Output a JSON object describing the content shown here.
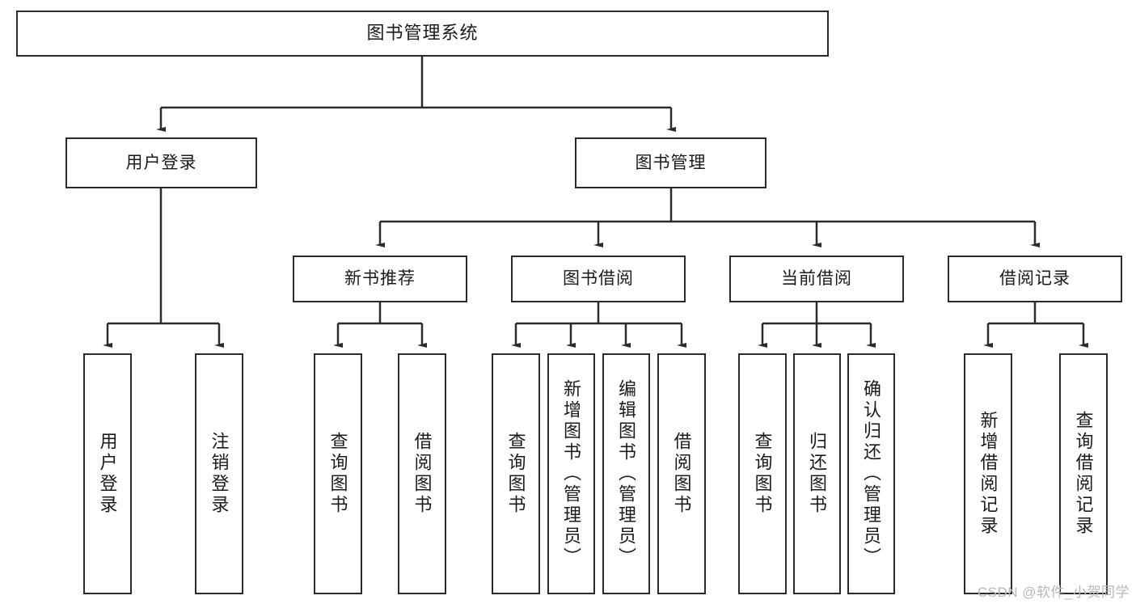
{
  "diagram": {
    "title": "图书管理系统",
    "type": "tree",
    "watermark": "CSDN @软件_小贺同学",
    "colors": {
      "border": "#2b2b2b",
      "text": "#1b1b1b",
      "background": "#ffffff",
      "watermark": "#b8b8b8"
    },
    "levels": {
      "root": {
        "label": "图书管理系统"
      },
      "level2": [
        {
          "id": "user-login",
          "label": "用户登录"
        },
        {
          "id": "book-manage",
          "label": "图书管理"
        }
      ],
      "level3": [
        {
          "id": "new-book-rec",
          "label": "新书推荐",
          "parent": "book-manage"
        },
        {
          "id": "book-borrow",
          "label": "图书借阅",
          "parent": "book-manage"
        },
        {
          "id": "current-borrow",
          "label": "当前借阅",
          "parent": "book-manage"
        },
        {
          "id": "borrow-record",
          "label": "借阅记录",
          "parent": "book-manage"
        }
      ],
      "leaves": [
        {
          "id": "leaf-user-login",
          "label": "用户登录",
          "parent": "user-login"
        },
        {
          "id": "leaf-logout",
          "label": "注销登录",
          "parent": "user-login"
        },
        {
          "id": "leaf-query-book-1",
          "label": "查询图书",
          "parent": "new-book-rec"
        },
        {
          "id": "leaf-borrow-book-1",
          "label": "借阅图书",
          "parent": "new-book-rec"
        },
        {
          "id": "leaf-query-book-2",
          "label": "查询图书",
          "parent": "book-borrow"
        },
        {
          "id": "leaf-add-book",
          "label": "新增图书（管理员）",
          "parent": "book-borrow"
        },
        {
          "id": "leaf-edit-book",
          "label": "编辑图书（管理员）",
          "parent": "book-borrow"
        },
        {
          "id": "leaf-borrow-book-2",
          "label": "借阅图书",
          "parent": "book-borrow"
        },
        {
          "id": "leaf-query-book-3",
          "label": "查询图书",
          "parent": "current-borrow"
        },
        {
          "id": "leaf-return-book",
          "label": "归还图书",
          "parent": "current-borrow"
        },
        {
          "id": "leaf-confirm-return",
          "label": "确认归还（管理员）",
          "parent": "current-borrow"
        },
        {
          "id": "leaf-add-record",
          "label": "新增借阅记录",
          "parent": "borrow-record"
        },
        {
          "id": "leaf-query-record",
          "label": "查询借阅记录",
          "parent": "borrow-record"
        }
      ]
    }
  }
}
